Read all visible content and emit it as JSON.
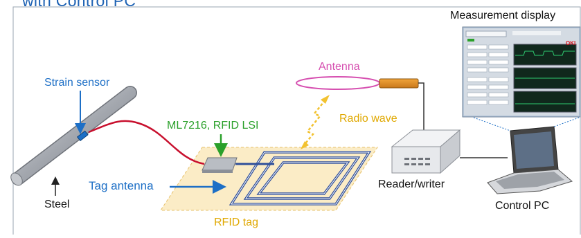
{
  "heading": "with Control PC",
  "labels": {
    "strain_sensor": "Strain sensor",
    "ml7216": "ML7216, RFID LSI",
    "tag_antenna": "Tag antenna",
    "steel": "Steel",
    "antenna": "Antenna",
    "radio_wave": "Radio wave",
    "reader_writer": "Reader/writer",
    "rfid_tag": "RFID tag",
    "control_pc": "Control PC",
    "measurement_display": "Measurement display"
  },
  "logo": "OKI",
  "colors": {
    "blue_label": "#1d6fc6",
    "green_label": "#2aa02a",
    "pink_label": "#d64fb0",
    "yellow_label": "#e0a800",
    "steel_bar": "#a9adb4",
    "tag_coil": "#2f4f9a",
    "tag_area": "#fbecc6",
    "cable_red": "#c8102e"
  }
}
